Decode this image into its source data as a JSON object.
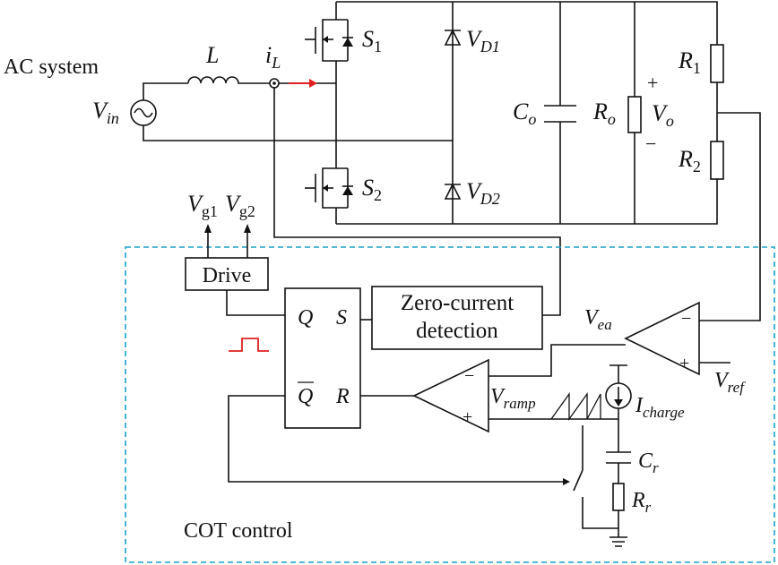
{
  "labels": {
    "ac_system": "AC system",
    "vin": "V",
    "vin_sub": "in",
    "inductor": "L",
    "current": "i",
    "current_sub": "L",
    "s1": "S",
    "s1_sub": "1",
    "s2": "S",
    "s2_sub": "2",
    "vd1": "V",
    "vd1_sub": "D1",
    "vd2": "V",
    "vd2_sub": "D2",
    "co": "C",
    "co_sub": "o",
    "ro": "R",
    "ro_sub": "o",
    "vo": "V",
    "vo_sub": "o",
    "vo_plus": "+",
    "vo_minus": "−",
    "r1": "R",
    "r1_sub": "1",
    "r2": "R",
    "r2_sub": "2",
    "vg1": "V",
    "vg1_sub": "g1",
    "vg2": "V",
    "vg2_sub": "g2",
    "drive": "Drive",
    "ff_q": "Q",
    "ff_qbar": "Q",
    "ff_s": "S",
    "ff_r": "R",
    "zcd_line1": "Zero-current",
    "zcd_line2": "detection",
    "vea": "V",
    "vea_sub": "ea",
    "vref": "V",
    "vref_sub": "ref",
    "vramp": "V",
    "vramp_sub": "ramp",
    "icharge": "I",
    "icharge_sub": "charge",
    "cr": "C",
    "cr_sub": "r",
    "rr": "R",
    "rr_sub": "r",
    "opamp_minus": "−",
    "opamp_plus": "+",
    "cot": "COT control"
  },
  "colors": {
    "wire": "#111111",
    "arrow": "#e02020",
    "pulse": "#e02020",
    "control_border": "#1aa0c8"
  }
}
